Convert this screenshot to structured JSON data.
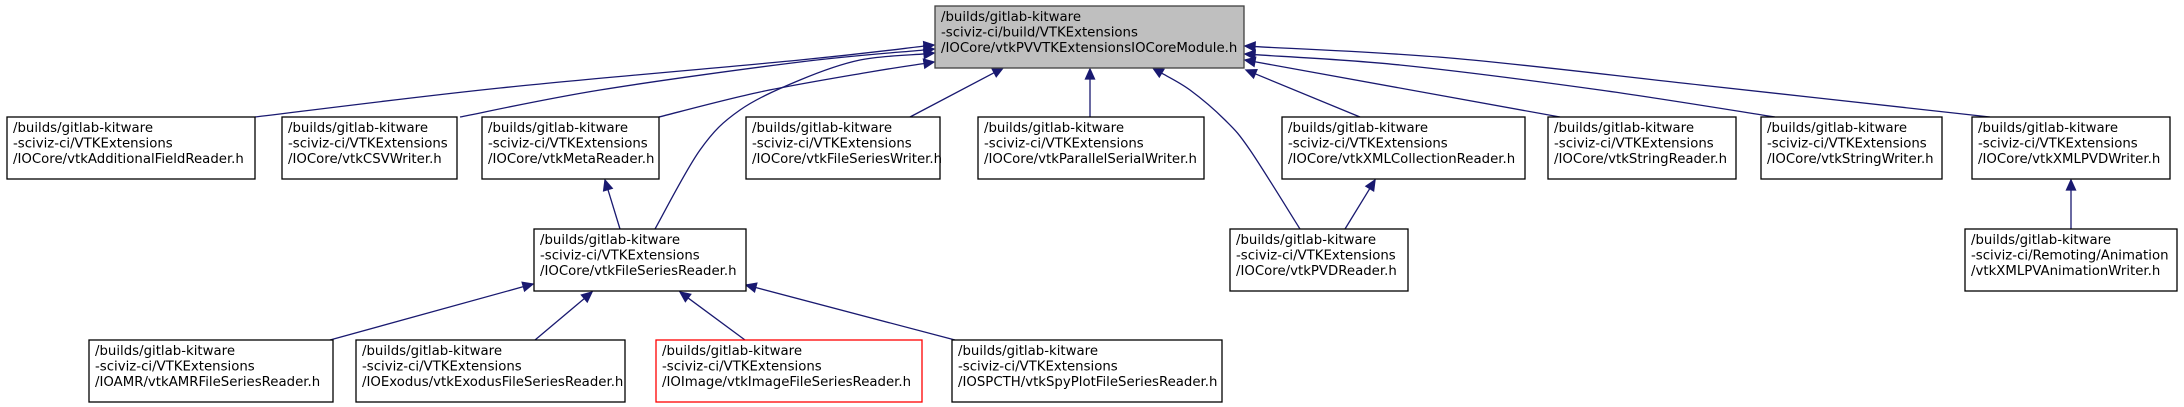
{
  "nodes": [
    {
      "id": "root",
      "lines": [
        "/builds/gitlab-kitware",
        "-sciviz-ci/build/VTKExtensions",
        "/IOCore/vtkPVVTKExtensionsIOCoreModule.h"
      ]
    },
    {
      "id": "additional",
      "lines": [
        "/builds/gitlab-kitware",
        "-sciviz-ci/VTKExtensions",
        "/IOCore/vtkAdditionalFieldReader.h"
      ]
    },
    {
      "id": "csvwriter",
      "lines": [
        "/builds/gitlab-kitware",
        "-sciviz-ci/VTKExtensions",
        "/IOCore/vtkCSVWriter.h"
      ]
    },
    {
      "id": "metareader",
      "lines": [
        "/builds/gitlab-kitware",
        "-sciviz-ci/VTKExtensions",
        "/IOCore/vtkMetaReader.h"
      ]
    },
    {
      "id": "fswriter",
      "lines": [
        "/builds/gitlab-kitware",
        "-sciviz-ci/VTKExtensions",
        "/IOCore/vtkFileSeriesWriter.h"
      ]
    },
    {
      "id": "parallelserial",
      "lines": [
        "/builds/gitlab-kitware",
        "-sciviz-ci/VTKExtensions",
        "/IOCore/vtkParallelSerialWriter.h"
      ]
    },
    {
      "id": "xmlcollection",
      "lines": [
        "/builds/gitlab-kitware",
        "-sciviz-ci/VTKExtensions",
        "/IOCore/vtkXMLCollectionReader.h"
      ]
    },
    {
      "id": "stringreader",
      "lines": [
        "/builds/gitlab-kitware",
        "-sciviz-ci/VTKExtensions",
        "/IOCore/vtkStringReader.h"
      ]
    },
    {
      "id": "stringwriter",
      "lines": [
        "/builds/gitlab-kitware",
        "-sciviz-ci/VTKExtensions",
        "/IOCore/vtkStringWriter.h"
      ]
    },
    {
      "id": "xmlpvdwriter",
      "lines": [
        "/builds/gitlab-kitware",
        "-sciviz-ci/VTKExtensions",
        "/IOCore/vtkXMLPVDWriter.h"
      ]
    },
    {
      "id": "fsreader",
      "lines": [
        "/builds/gitlab-kitware",
        "-sciviz-ci/VTKExtensions",
        "/IOCore/vtkFileSeriesReader.h"
      ]
    },
    {
      "id": "pvdreader",
      "lines": [
        "/builds/gitlab-kitware",
        "-sciviz-ci/VTKExtensions",
        "/IOCore/vtkPVDReader.h"
      ]
    },
    {
      "id": "animwriter",
      "lines": [
        "/builds/gitlab-kitware",
        "-sciviz-ci/Remoting/Animation",
        "/vtkXMLPVAnimationWriter.h"
      ]
    },
    {
      "id": "amr",
      "lines": [
        "/builds/gitlab-kitware",
        "-sciviz-ci/VTKExtensions",
        "/IOAMR/vtkAMRFileSeriesReader.h"
      ]
    },
    {
      "id": "exodus",
      "lines": [
        "/builds/gitlab-kitware",
        "-sciviz-ci/VTKExtensions",
        "/IOExodus/vtkExodusFileSeriesReader.h"
      ]
    },
    {
      "id": "image",
      "lines": [
        "/builds/gitlab-kitware",
        "-sciviz-ci/VTKExtensions",
        "/IOImage/vtkImageFileSeriesReader.h"
      ]
    },
    {
      "id": "spyplot",
      "lines": [
        "/builds/gitlab-kitware",
        "-sciviz-ci/VTKExtensions",
        "/IOSPCTH/vtkSpyPlotFileSeriesReader.h"
      ]
    }
  ],
  "edges": [
    {
      "from": "additional",
      "to": "root"
    },
    {
      "from": "csvwriter",
      "to": "root"
    },
    {
      "from": "metareader",
      "to": "root"
    },
    {
      "from": "fswriter",
      "to": "root"
    },
    {
      "from": "parallelserial",
      "to": "root"
    },
    {
      "from": "xmlcollection",
      "to": "root"
    },
    {
      "from": "stringreader",
      "to": "root"
    },
    {
      "from": "stringwriter",
      "to": "root"
    },
    {
      "from": "xmlpvdwriter",
      "to": "root"
    },
    {
      "from": "fsreader",
      "to": "root"
    },
    {
      "from": "pvdreader",
      "to": "root"
    },
    {
      "from": "fsreader",
      "to": "metareader"
    },
    {
      "from": "pvdreader",
      "to": "xmlcollection"
    },
    {
      "from": "animwriter",
      "to": "xmlpvdwriter"
    },
    {
      "from": "amr",
      "to": "fsreader"
    },
    {
      "from": "exodus",
      "to": "fsreader"
    },
    {
      "from": "image",
      "to": "fsreader"
    },
    {
      "from": "spyplot",
      "to": "fsreader"
    }
  ],
  "colors": {
    "edge": "#191970",
    "root_fill": "#bfbfbf",
    "highlight_border": "#ff0000"
  }
}
